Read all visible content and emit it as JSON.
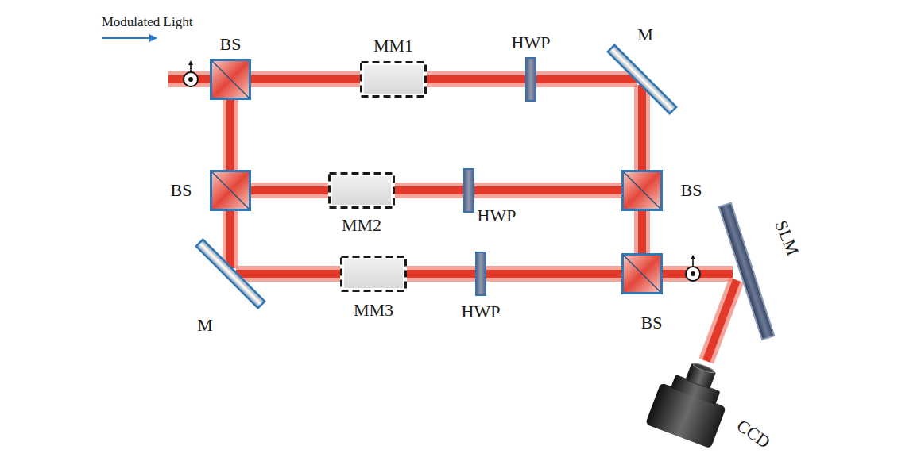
{
  "diagram": {
    "nodes": [
      {
        "text": [
          "BS"
        ]
      },
      {
        "text": [
          "MM1"
        ]
      },
      {
        "text": [
          "HWP"
        ]
      },
      {
        "text": [
          "M"
        ]
      },
      {
        "text": [
          "BS"
        ]
      },
      {
        "text": [
          "MM2"
        ]
      },
      {
        "text": [
          "HWP"
        ]
      },
      {
        "text": [
          "BS"
        ]
      },
      {
        "text": [
          "M"
        ]
      },
      {
        "text": [
          "MM3"
        ]
      },
      {
        "text": [
          "HWP"
        ]
      },
      {
        "text": [
          "BS"
        ]
      },
      {
        "text": [
          "SLM"
        ]
      },
      {
        "text": [
          "CCD"
        ]
      }
    ],
    "edges": [
      {
        "from": 0,
        "to": 1,
        "arrow": "none"
      },
      {
        "from": 1,
        "to": 2,
        "arrow": "none"
      },
      {
        "from": 2,
        "to": 3,
        "arrow": "none"
      },
      {
        "from": 3,
        "to": 7,
        "arrow": "none"
      },
      {
        "from": 0,
        "to": 4,
        "arrow": "none"
      },
      {
        "from": 4,
        "to": 5,
        "arrow": "none"
      },
      {
        "from": 5,
        "to": 6,
        "arrow": "none"
      },
      {
        "from": 6,
        "to": 7,
        "arrow": "none"
      },
      {
        "from": 4,
        "to": 8,
        "arrow": "none"
      },
      {
        "from": 8,
        "to": 9,
        "arrow": "none"
      },
      {
        "from": 9,
        "to": 10,
        "arrow": "none"
      },
      {
        "from": 10,
        "to": 11,
        "arrow": "none"
      },
      {
        "from": 7,
        "to": 11,
        "arrow": "none"
      },
      {
        "from": 11,
        "to": 12,
        "arrow": "none"
      },
      {
        "from": 12,
        "to": 13,
        "arrow": "none"
      }
    ],
    "labels": [
      "Modulated Light"
    ]
  }
}
